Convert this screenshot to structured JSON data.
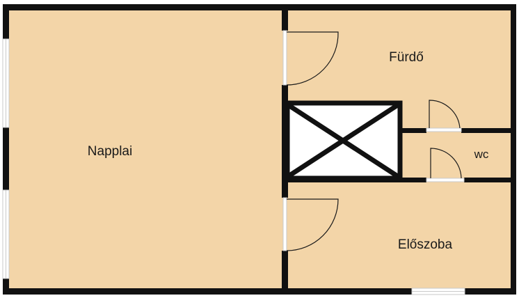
{
  "colors": {
    "floor": "#f3d5a8",
    "wall": "#111111",
    "shaft": "#ffffff",
    "window_frame": "#c9c9c9",
    "door_swing": "#1a1a1a"
  },
  "rooms": {
    "living": {
      "label": "Napplai"
    },
    "bathroom": {
      "label": "Fürdő"
    },
    "wc": {
      "label": "wc"
    },
    "hall": {
      "label": "Előszoba"
    }
  },
  "elements": {
    "shaft": {
      "kind": "shaft",
      "marking": "x-cross"
    },
    "doors": [
      "bathroom-door",
      "wc-upper-door",
      "wc-lower-door",
      "hall-door"
    ],
    "windows": [
      "living-window-upper",
      "living-window-lower",
      "hall-entrance-window"
    ]
  }
}
